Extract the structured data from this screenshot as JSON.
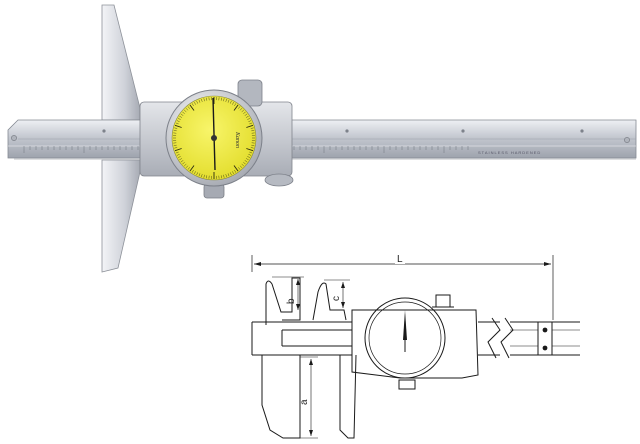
{
  "photo": {
    "subject": "dial-depth-caliper",
    "dial_color": "#f2ee3a",
    "body_color": "#c9ccd3",
    "brand": "Kanon",
    "engraving": "STAINLESS  HARDENED"
  },
  "drawing": {
    "dimensions": {
      "overall_length": "L",
      "depth": "a",
      "jaw_height": "b",
      "tip_height": "c"
    },
    "line_color": "#1a1a1a"
  }
}
